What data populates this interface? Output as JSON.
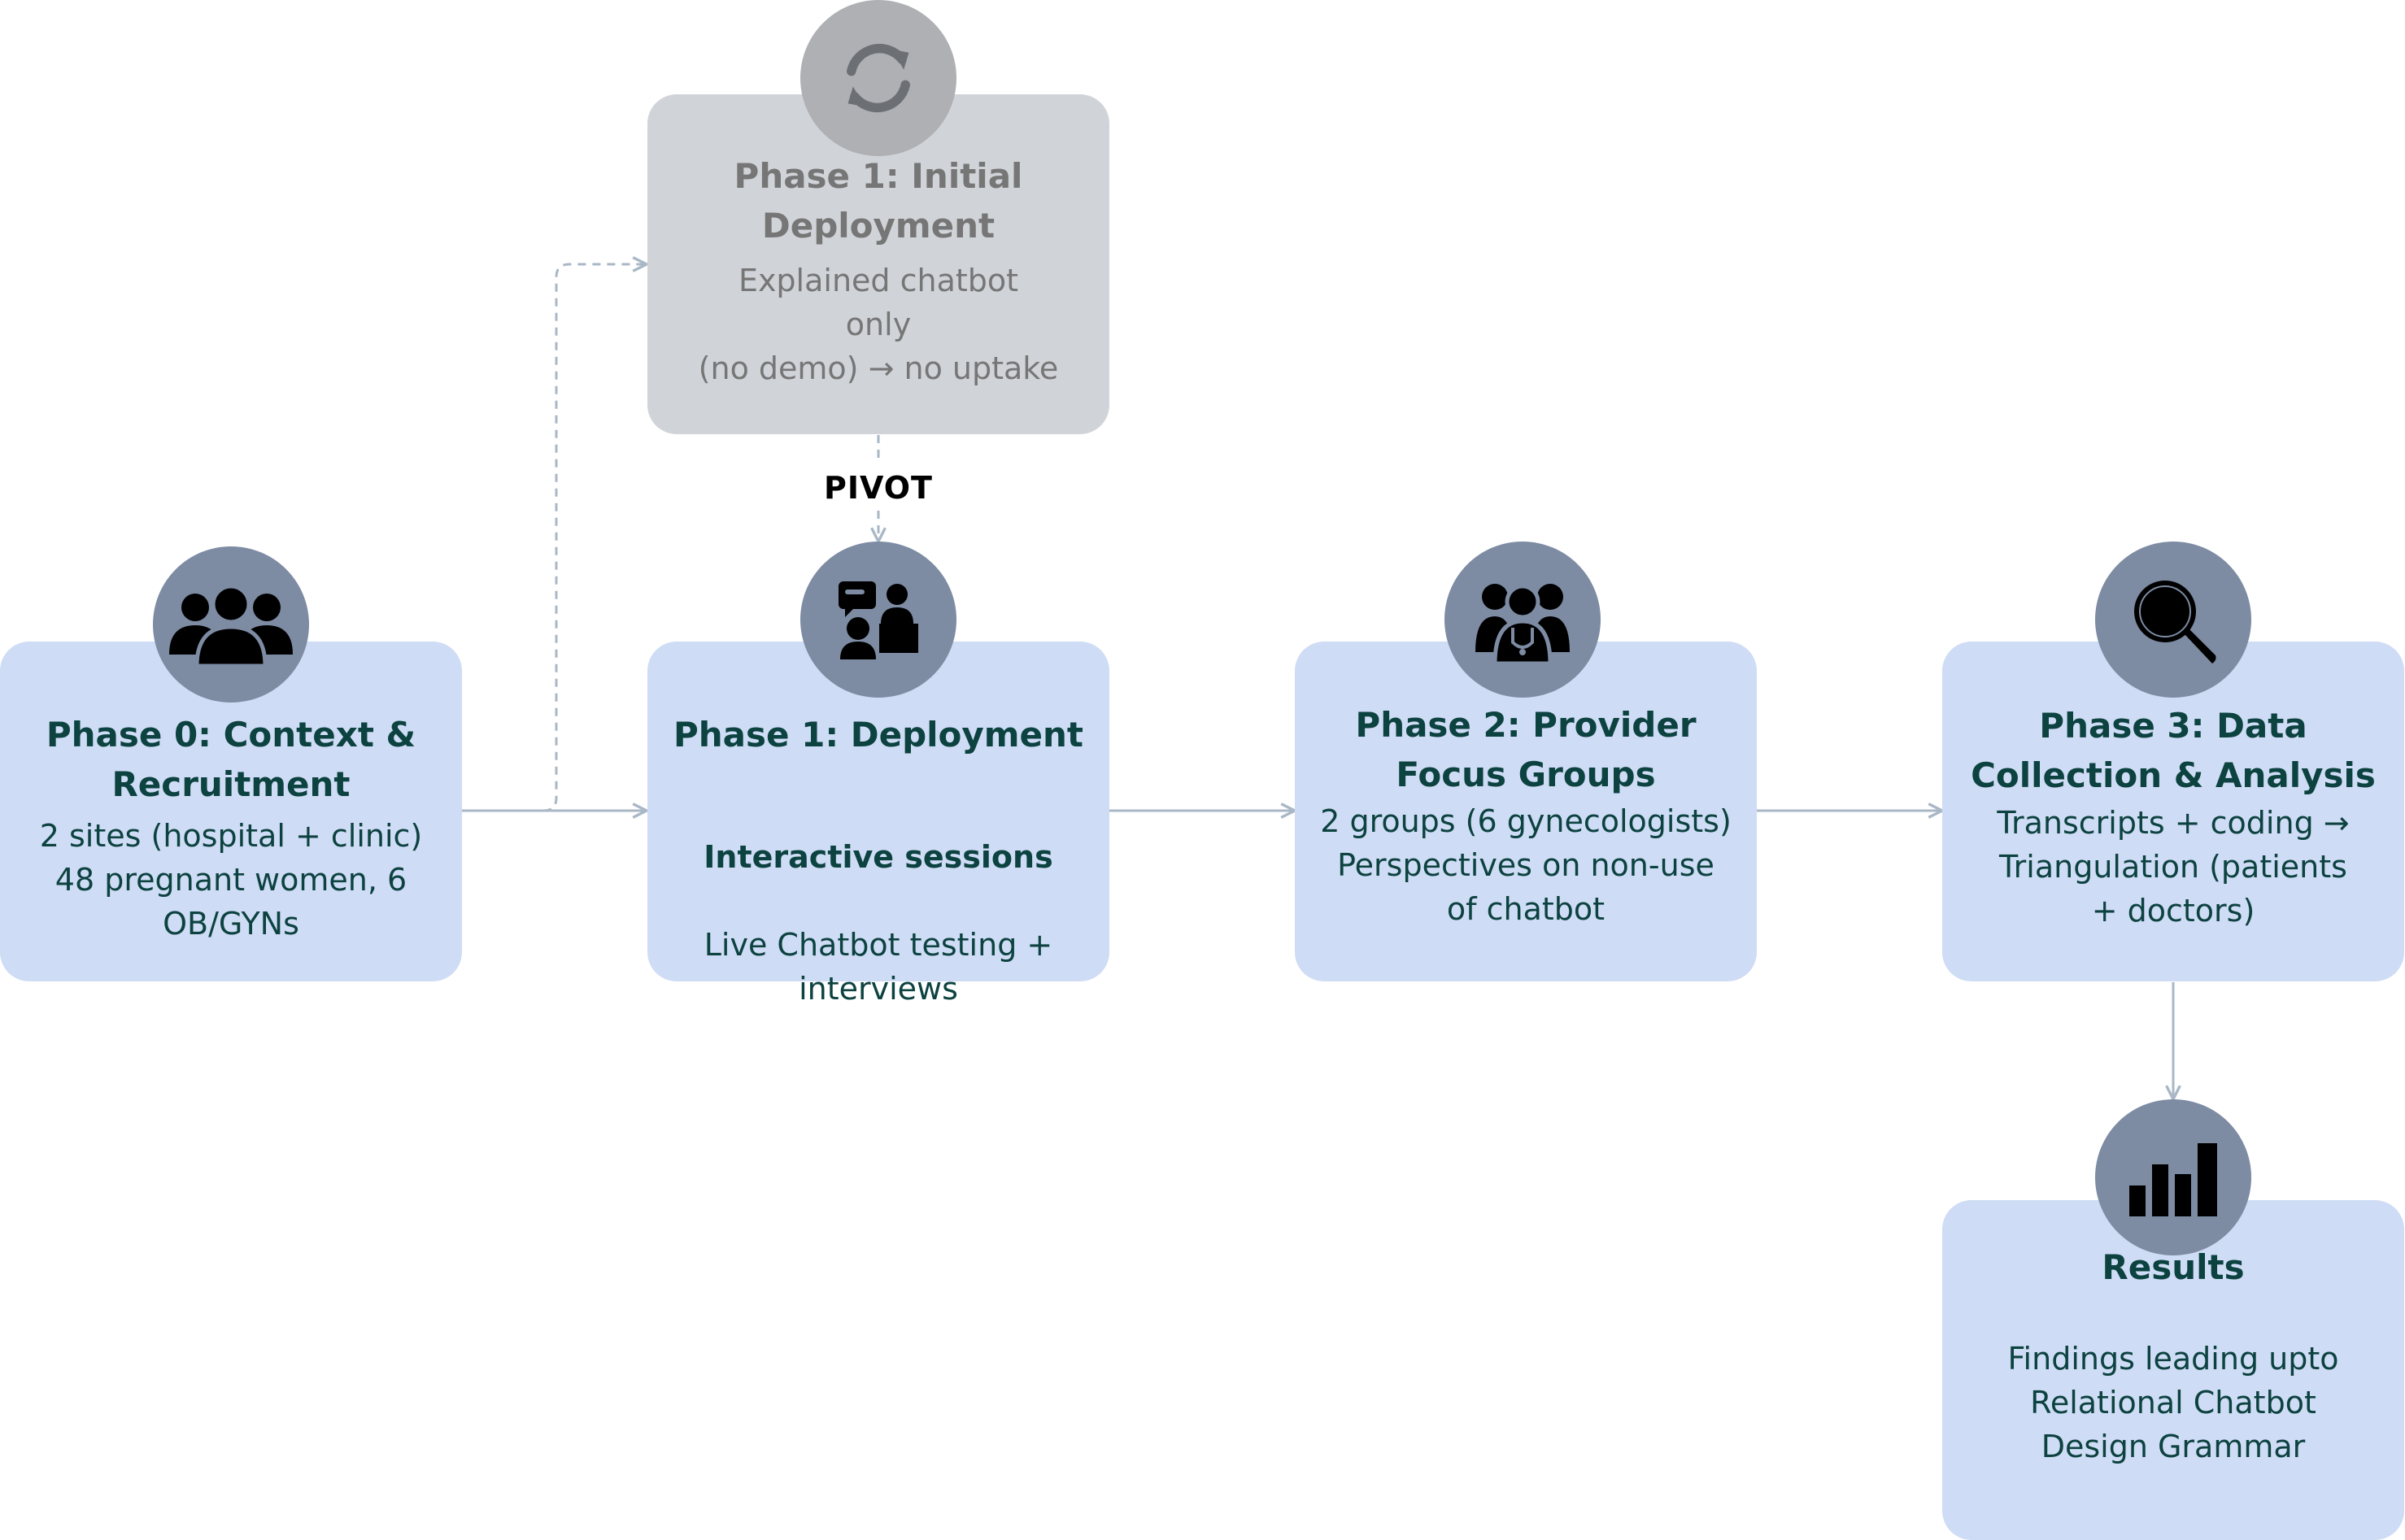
{
  "phase1_initial": {
    "title": "Phase 1: Initial\nDeployment",
    "body": "Explained chatbot\nonly\n(no demo) → no uptake",
    "icon": "refresh-icon"
  },
  "pivot_label": "PIVOT",
  "phase0": {
    "title": "Phase 0: Context &\nRecruitment",
    "body": "2 sites (hospital + clinic)\n48 pregnant women, 6\nOB/GYNs",
    "icon": "users-group-icon"
  },
  "phase1": {
    "title": "Phase 1: Deployment",
    "subtitle": "Interactive sessions",
    "body": "Live Chatbot testing +\ninterviews",
    "icon": "presentation-icon"
  },
  "phase2": {
    "title": "Phase 2: Provider\nFocus Groups",
    "body": "2 groups (6 gynecologists)\nPerspectives on non-use\nof chatbot",
    "icon": "doctors-group-icon"
  },
  "phase3": {
    "title": "Phase 3: Data\nCollection & Analysis",
    "body": "Transcripts + coding →\nTriangulation (patients\n+ doctors)",
    "icon": "magnifier-icon"
  },
  "results": {
    "title": "Results",
    "body": "Findings leading upto\nRelational Chatbot\nDesign Grammar",
    "icon": "bar-chart-icon"
  },
  "colors": {
    "box_blue": "#cfdcf5",
    "box_grey": "#d0d3d8",
    "circle_blue": "#7d8ba3",
    "circle_grey": "#aeb0b3",
    "title_text": "#0c4240",
    "grey_text": "#767676",
    "connector": "#a9b7c6"
  }
}
